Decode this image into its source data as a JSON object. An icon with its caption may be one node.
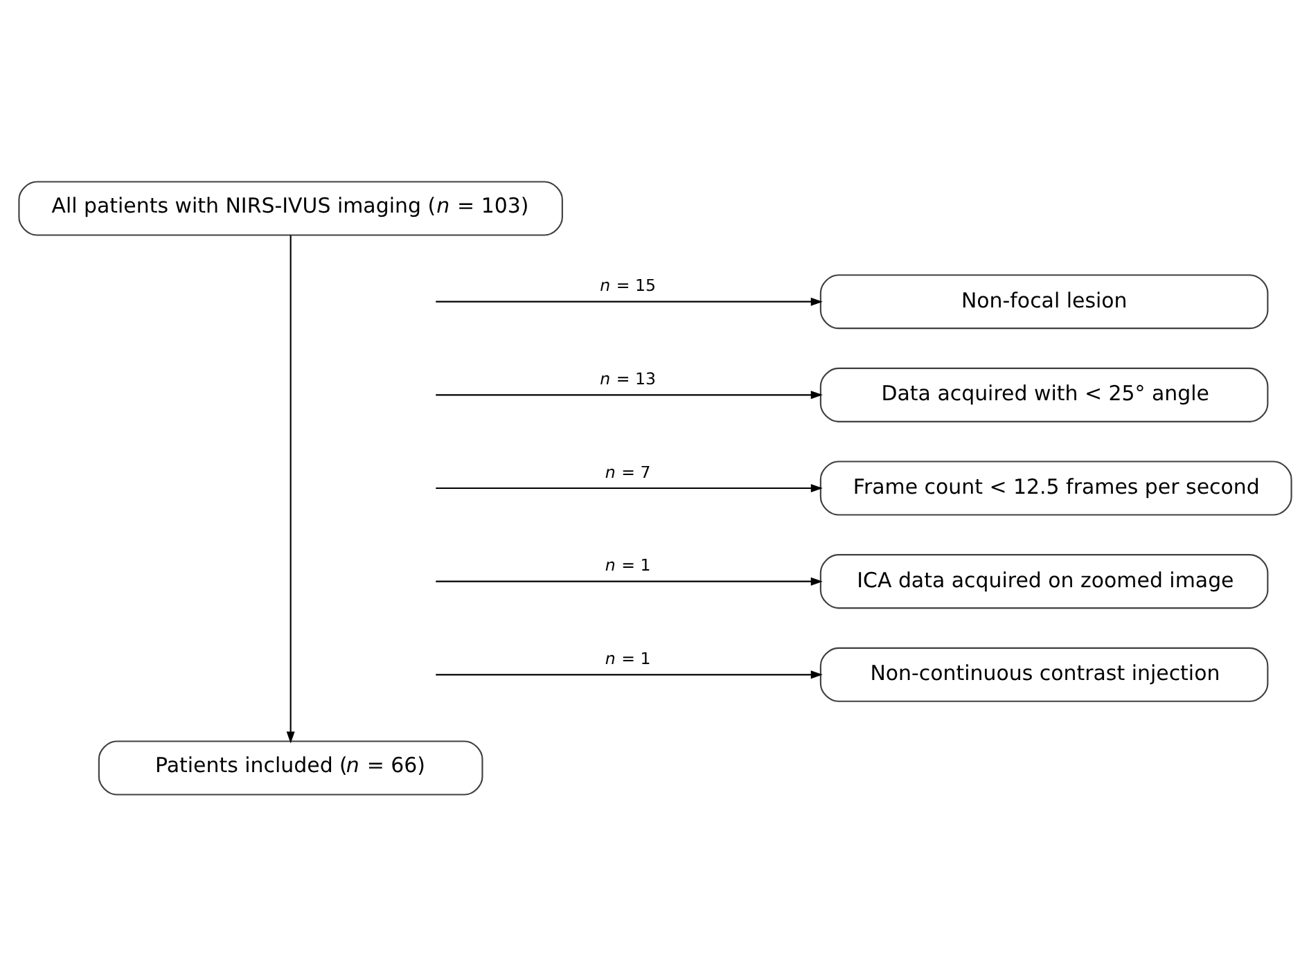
{
  "diagram": {
    "nodes": [
      {
        "text": [
          "All patients with NIRS-IVUS imaging (*n* = 103)"
        ]
      },
      {
        "text": [
          "Non-focal lesion"
        ]
      },
      {
        "text": [
          "Data acquired with < 25° angle"
        ]
      },
      {
        "text": [
          "Frame count < 12.5 frames per second"
        ]
      },
      {
        "text": [
          "ICA data acquired on zoomed image"
        ]
      },
      {
        "text": [
          "Non-continuous contrast injection"
        ]
      },
      {
        "text": [
          "Patients included (*n* = 66)"
        ]
      }
    ],
    "edges": [
      {
        "from": 0,
        "to": 6,
        "arrow": "to"
      },
      {
        "from": null,
        "to": 1,
        "arrow": "to",
        "label": "*n* = 15"
      },
      {
        "from": null,
        "to": 2,
        "arrow": "to",
        "label": "*n* = 13"
      },
      {
        "from": null,
        "to": 3,
        "arrow": "to",
        "label": "*n* = 7"
      },
      {
        "from": null,
        "to": 4,
        "arrow": "to",
        "label": "*n* = 1"
      },
      {
        "from": null,
        "to": 5,
        "arrow": "to",
        "label": "*n* = 1"
      }
    ]
  }
}
